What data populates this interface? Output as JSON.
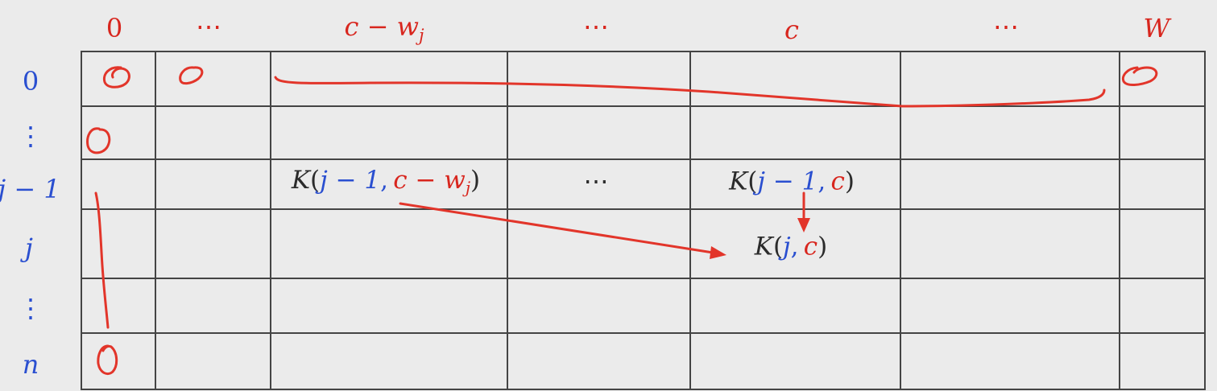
{
  "colors": {
    "capacity_axis": "#d8261e",
    "item_axis": "#2a4fd0",
    "grid": "#444444",
    "annotation": "#e2352a",
    "text": "#2b2b2b",
    "background": "#ebebeb"
  },
  "column_labels": {
    "col0": "0",
    "col1": "⋯",
    "col2_base": "c − w",
    "col2_sub": "j",
    "col3": "⋯",
    "col4": "c",
    "col5": "⋯",
    "col6": "W"
  },
  "row_labels": {
    "row0": "0",
    "row1": "⋮",
    "row2": "j − 1",
    "row3": "j",
    "row4": "⋮",
    "row5": "n"
  },
  "cells": {
    "prev_item_reduced": {
      "k": "K",
      "open": "(",
      "row": "j − 1",
      "comma": ",",
      "col": "c − w",
      "col_sub": "j",
      "close": ")"
    },
    "between": "⋯",
    "prev_item_same": {
      "k": "K",
      "open": "(",
      "row": "j − 1",
      "comma": ",",
      "col": "c",
      "close": ")"
    },
    "current": {
      "k": "K",
      "open": "(",
      "row": "j",
      "comma": ",",
      "col": "c",
      "close": ")"
    }
  }
}
